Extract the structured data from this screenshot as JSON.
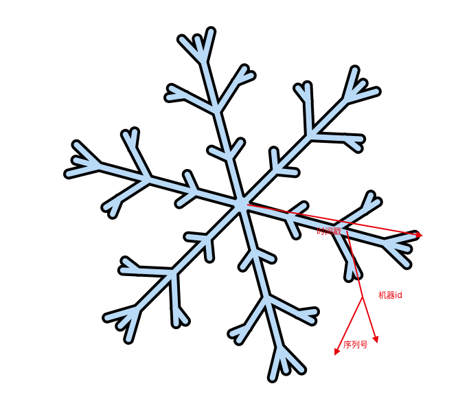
{
  "diagram": {
    "subject": "snowflake",
    "colors": {
      "snowflake_fill": "#b9daf7",
      "snowflake_outline": "#000000",
      "arrow": "#e8000b",
      "label_text": "#e8000b"
    },
    "labels": {
      "timestamp": "时间戳",
      "machine_id": "机器id",
      "sequence": "序列号"
    }
  }
}
